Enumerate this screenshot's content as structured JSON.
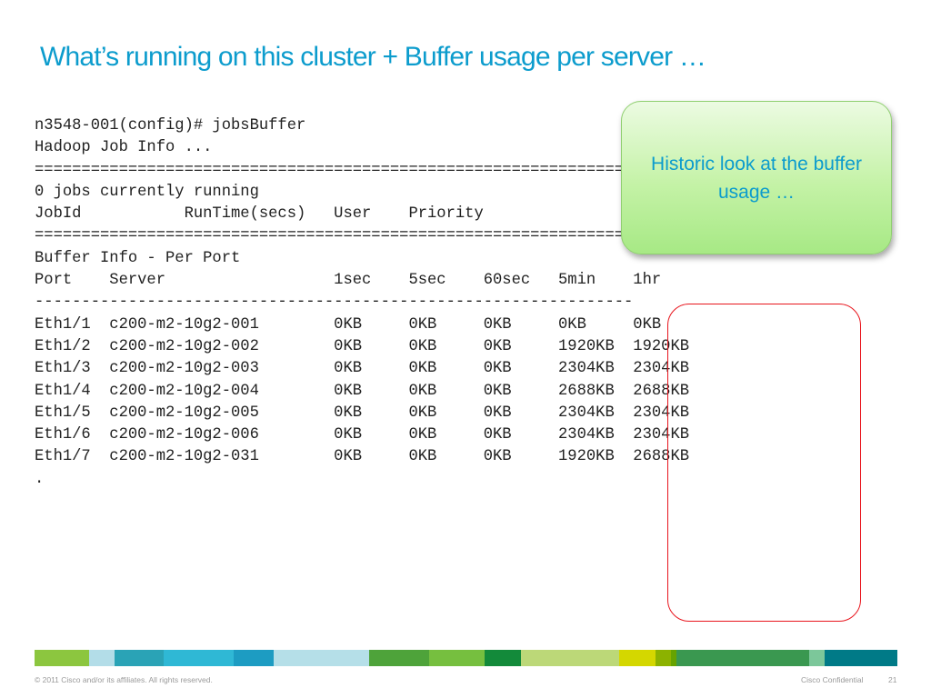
{
  "slide": {
    "title": "What’s running on this cluster + Buffer usage per server …",
    "callout_text": "Historic look at the buffer usage …"
  },
  "terminal": {
    "lines": [
      "n3548-001(config)# jobsBuffer",
      "Hadoop Job Info ...",
      "================================================================",
      "0 jobs currently running",
      "JobId           RunTime(secs)   User    Priority",
      "================================================================",
      "Buffer Info - Per Port",
      "Port    Server                  1sec    5sec    60sec   5min    1hr",
      "----------------------------------------------------------------",
      "Eth1/1  c200-m2-10g2-001        0KB     0KB     0KB     0KB     0KB",
      "Eth1/2  c200-m2-10g2-002        0KB     0KB     0KB     1920KB  1920KB",
      "Eth1/3  c200-m2-10g2-003        0KB     0KB     0KB     2304KB  2304KB",
      "Eth1/4  c200-m2-10g2-004        0KB     0KB     0KB     2688KB  2688KB",
      "Eth1/5  c200-m2-10g2-005        0KB     0KB     0KB     2304KB  2304KB",
      "Eth1/6  c200-m2-10g2-006        0KB     0KB     0KB     2304KB  2304KB",
      "Eth1/7  c200-m2-10g2-031        0KB     0KB     0KB     1920KB  2688KB",
      "."
    ]
  },
  "footer": {
    "copyright": "© 2011 Cisco and/or its affiliates. All rights reserved.",
    "confidential": "Cisco Confidential",
    "page_number": "21"
  },
  "colors": {
    "title": "#0c9ccd",
    "callout_text": "#0c9ccd",
    "highlight_border": "#e8151d",
    "band": [
      "#8cc63f",
      "#b3dde8",
      "#2aa3b6",
      "#2fb8d5",
      "#1d9cc2",
      "#b5dfe8",
      "#4ea33a",
      "#76bf3f",
      "#138a3a",
      "#bcd878",
      "#d4d700",
      "#8cb200",
      "#66a300",
      "#3a9850",
      "#7cc79a",
      "#007a87"
    ]
  }
}
